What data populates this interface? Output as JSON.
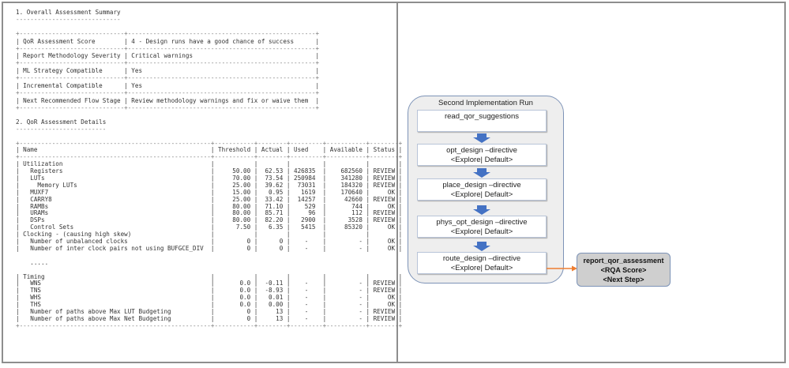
{
  "report": {
    "section1": {
      "title": "1. Overall Assessment Summary",
      "underline": "-----------------------------",
      "border": "+-----------------------------+----------------------------------------------------+",
      "rows": [
        {
          "key": "QoR Assessment Score",
          "value": "4 - Design runs have a good chance of success"
        },
        {
          "key": "Report Methodology Severity",
          "value": "Critical warnings"
        },
        {
          "key": "ML Strategy Compatible",
          "value": "Yes"
        },
        {
          "key": "Incremental Compatible",
          "value": "Yes"
        },
        {
          "key": "Next Recommended Flow Stage",
          "value": "Review methodology warnings and fix or waive them"
        }
      ]
    },
    "section2": {
      "title": "2. QoR Assessment Details",
      "underline": "-------------------------",
      "columns": [
        "Name",
        "Threshold",
        "Actual",
        "Used",
        "Available",
        "Status"
      ],
      "groups": [
        {
          "rows": [
            {
              "name": "Utilization",
              "indent": 0,
              "threshold": "",
              "actual": "",
              "used": "",
              "available": "",
              "status": ""
            },
            {
              "name": "Registers",
              "indent": 1,
              "threshold": "50.00",
              "actual": "62.53",
              "used": "426835",
              "available": "682560",
              "status": "REVIEW"
            },
            {
              "name": "LUTs",
              "indent": 1,
              "threshold": "70.00",
              "actual": "73.54",
              "used": "250984",
              "available": "341280",
              "status": "REVIEW"
            },
            {
              "name": "Memory LUTs",
              "indent": 2,
              "threshold": "25.00",
              "actual": "39.62",
              "used": "73031",
              "available": "184320",
              "status": "REVIEW"
            },
            {
              "name": "MUXF7",
              "indent": 1,
              "threshold": "15.00",
              "actual": "0.95",
              "used": "1619",
              "available": "170640",
              "status": "OK"
            },
            {
              "name": "CARRY8",
              "indent": 1,
              "threshold": "25.00",
              "actual": "33.42",
              "used": "14257",
              "available": "42660",
              "status": "REVIEW"
            },
            {
              "name": "RAMBs",
              "indent": 1,
              "threshold": "80.00",
              "actual": "71.10",
              "used": "529",
              "available": "744",
              "status": "OK"
            },
            {
              "name": "URAMs",
              "indent": 1,
              "threshold": "80.00",
              "actual": "85.71",
              "used": "96",
              "available": "112",
              "status": "REVIEW"
            },
            {
              "name": "DSPs",
              "indent": 1,
              "threshold": "80.00",
              "actual": "82.20",
              "used": "2900",
              "available": "3528",
              "status": "REVIEW"
            },
            {
              "name": "Control Sets",
              "indent": 1,
              "threshold": "7.50",
              "actual": "6.35",
              "used": "5415",
              "available": "85320",
              "status": "OK"
            },
            {
              "name": "Clocking - (causing high skew)",
              "indent": 0,
              "threshold": "",
              "actual": "",
              "used": "",
              "available": "",
              "status": ""
            },
            {
              "name": "Number of unbalanced clocks",
              "indent": 1,
              "threshold": "0",
              "actual": "0",
              "used": "-",
              "available": "-",
              "status": "OK"
            },
            {
              "name": "Number of inter clock pairs not using BUFGCE_DIV",
              "indent": 1,
              "threshold": "0",
              "actual": "0",
              "used": "-",
              "available": "-",
              "status": "OK"
            }
          ]
        },
        {
          "rows": [
            {
              "name": "Timing",
              "indent": 0,
              "threshold": "",
              "actual": "",
              "used": "",
              "available": "",
              "status": ""
            },
            {
              "name": "WNS",
              "indent": 1,
              "threshold": "0.0",
              "actual": "-0.11",
              "used": "-",
              "available": "-",
              "status": "REVIEW"
            },
            {
              "name": "TNS",
              "indent": 1,
              "threshold": "0.0",
              "actual": "-8.93",
              "used": "-",
              "available": "-",
              "status": "REVIEW"
            },
            {
              "name": "WHS",
              "indent": 1,
              "threshold": "0.0",
              "actual": "0.01",
              "used": "-",
              "available": "-",
              "status": "OK"
            },
            {
              "name": "THS",
              "indent": 1,
              "threshold": "0.0",
              "actual": "0.00",
              "used": "-",
              "available": "-",
              "status": "OK"
            },
            {
              "name": "Number of paths above Max LUT Budgeting",
              "indent": 1,
              "threshold": "0",
              "actual": "13",
              "used": "-",
              "available": "-",
              "status": "REVIEW"
            },
            {
              "name": "Number of paths above Max Net Budgeting",
              "indent": 1,
              "threshold": "0",
              "actual": "13",
              "used": "-",
              "available": "-",
              "status": "REVIEW"
            }
          ]
        }
      ],
      "ellipsis": "....."
    }
  },
  "diagram": {
    "run_title": "Second Implementation Run",
    "steps": [
      {
        "line1": "read_qor_suggestions",
        "line2": ""
      },
      {
        "line1": "opt_design –directive",
        "line2": "<Explore| Default>"
      },
      {
        "line1": "place_design –directive",
        "line2": "<Explore| Default>"
      },
      {
        "line1": "phys_opt_design –directive",
        "line2": "<Explore| Default>"
      },
      {
        "line1": "route_design –directive",
        "line2": "<Explore| Default>"
      }
    ],
    "assessment": {
      "line1": "report_qor_assessment",
      "line2": "<RQA Score>",
      "line3": "<Next Step>"
    },
    "colors": {
      "flow_arrow": "#4472c4",
      "link_arrow": "#ed7d31"
    }
  }
}
